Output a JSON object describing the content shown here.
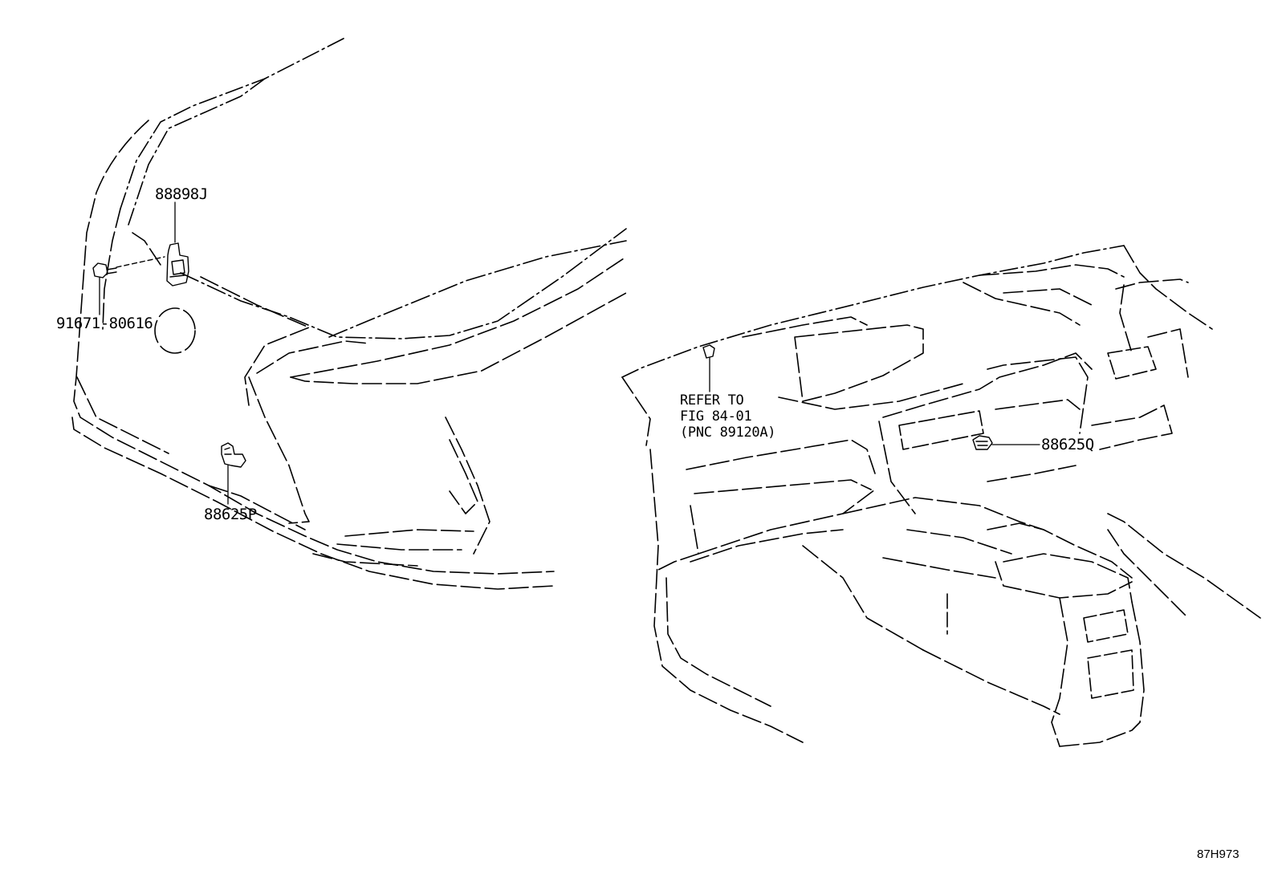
{
  "callouts": {
    "bracket": "88898J",
    "bolt": "91671-80616",
    "front_sensor": "88625P",
    "interior_sensor": "88625Q"
  },
  "note": {
    "line1": "REFER TO",
    "line2": "FIG 84-01",
    "line3": "(PNC 89120A)"
  },
  "figure_id": "87H973",
  "colors": {
    "ink": "#000000",
    "background": "#ffffff"
  }
}
